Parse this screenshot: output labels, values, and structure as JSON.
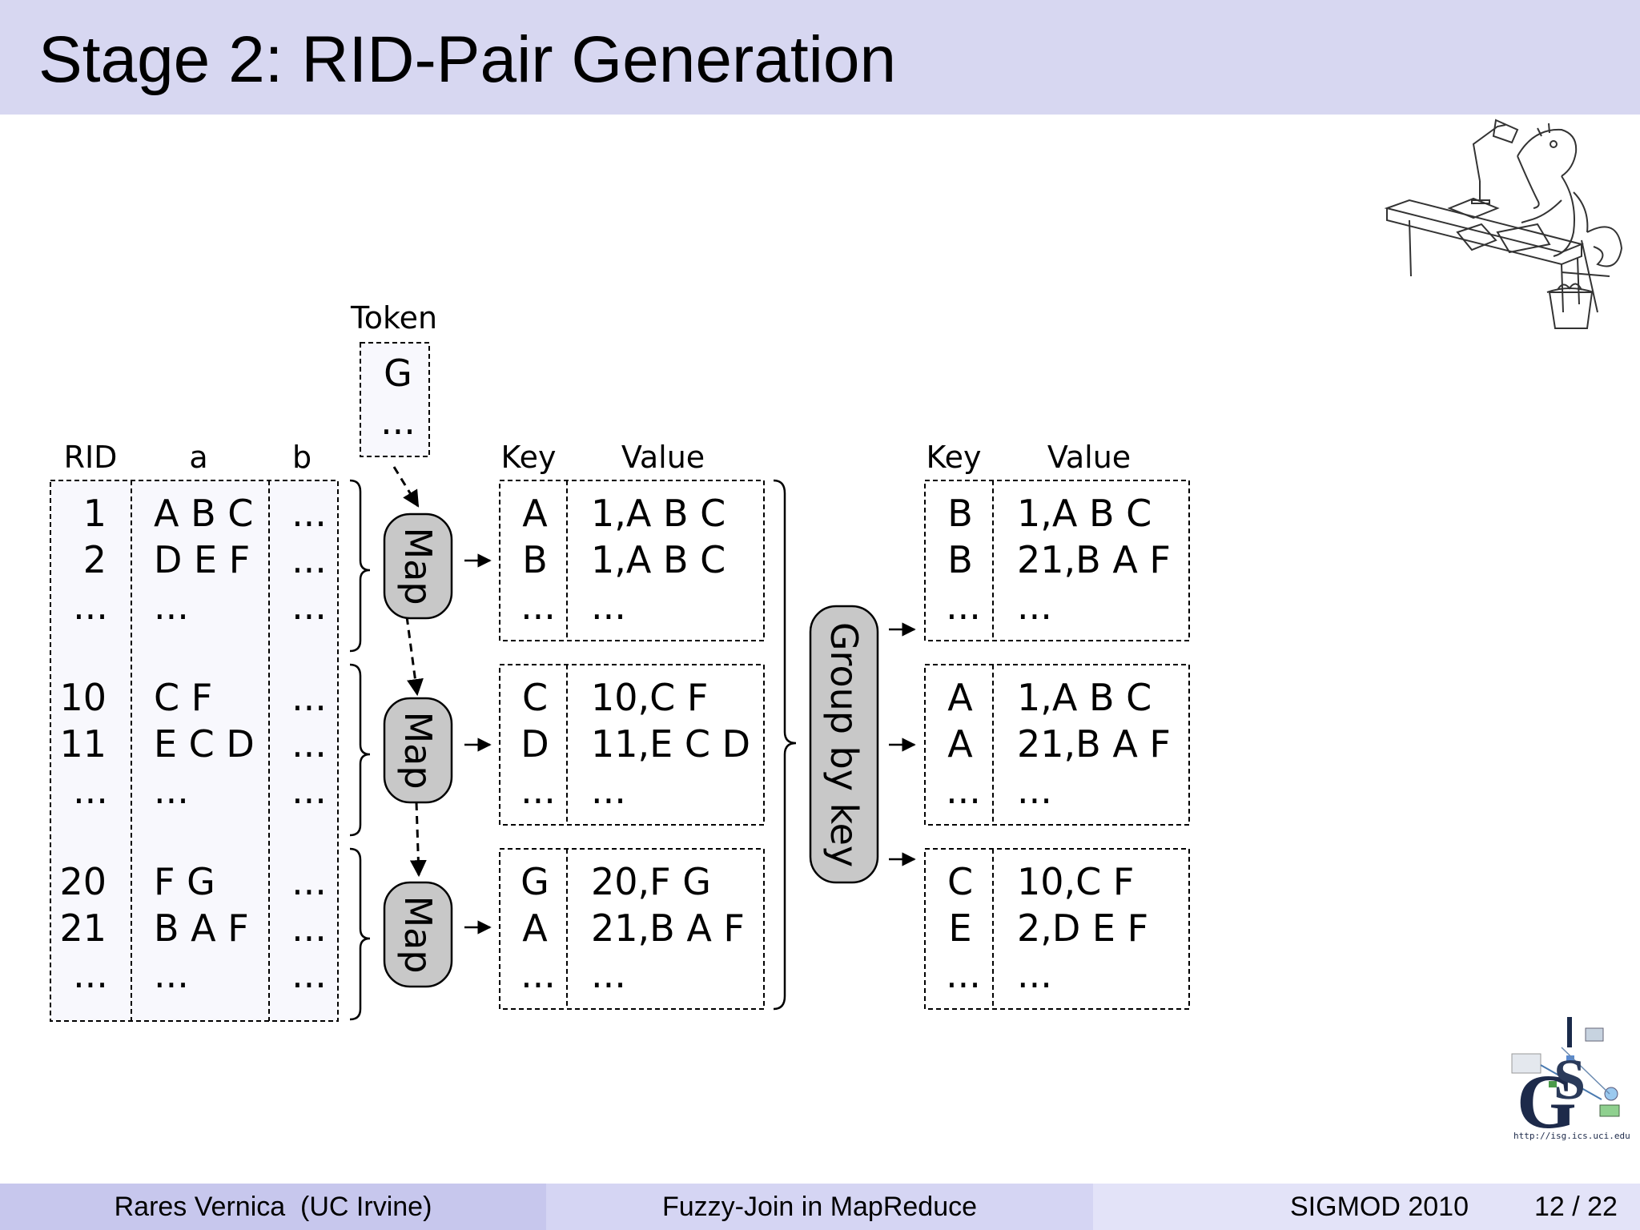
{
  "title": "Stage 2: RID-Pair Generation",
  "footer": {
    "author": "Rares Vernica  (UC Irvine)",
    "talk": "Fuzzy-Join in MapReduce",
    "conference": "SIGMOD 2010",
    "page": "12 / 22"
  },
  "diagram": {
    "token_label": "Token",
    "token_values": [
      "G",
      "..."
    ],
    "input_headers": [
      "RID",
      "a",
      "b"
    ],
    "input_blocks": [
      {
        "rows": [
          [
            "1",
            "A B C",
            "..."
          ],
          [
            "2",
            "D E F",
            "..."
          ],
          [
            "...",
            "...",
            "..."
          ]
        ]
      },
      {
        "rows": [
          [
            "10",
            "C F",
            "..."
          ],
          [
            "11",
            "E C D",
            "..."
          ],
          [
            "...",
            "...",
            "..."
          ]
        ]
      },
      {
        "rows": [
          [
            "20",
            "F G",
            "..."
          ],
          [
            "21",
            "B A F",
            "..."
          ],
          [
            "...",
            "...",
            "..."
          ]
        ]
      }
    ],
    "map_label": "Map",
    "group_label": "Group by key",
    "kv_headers": [
      "Key",
      "Value"
    ],
    "map_outputs": [
      {
        "rows": [
          [
            "A",
            "1,A B C"
          ],
          [
            "B",
            "1,A B C"
          ],
          [
            "...",
            "..."
          ]
        ]
      },
      {
        "rows": [
          [
            "C",
            "10,C F"
          ],
          [
            "D",
            "11,E C D"
          ],
          [
            "...",
            "..."
          ]
        ]
      },
      {
        "rows": [
          [
            "G",
            "20,F G"
          ],
          [
            "A",
            "21,B A F"
          ],
          [
            "...",
            "..."
          ]
        ]
      }
    ],
    "group_outputs": [
      {
        "rows": [
          [
            "B",
            "1,A B C"
          ],
          [
            "B",
            "21,B A F"
          ],
          [
            "...",
            "..."
          ]
        ]
      },
      {
        "rows": [
          [
            "A",
            "1,A B C"
          ],
          [
            "A",
            "21,B A F"
          ],
          [
            "...",
            "..."
          ]
        ]
      },
      {
        "rows": [
          [
            "C",
            "10,C F"
          ],
          [
            "E",
            "2,D E F"
          ],
          [
            "...",
            "..."
          ]
        ]
      }
    ]
  },
  "logo": {
    "url_text": "http://isg.ics.uci.edu"
  },
  "colors": {
    "header_bg": "#d7d7f1",
    "footer_left": "#c7c7ed",
    "footer_mid": "#d5d5f3",
    "footer_right": "#e3e3f8",
    "map_box": "#c8c8c8",
    "table_bg": "#f8f8fd"
  }
}
